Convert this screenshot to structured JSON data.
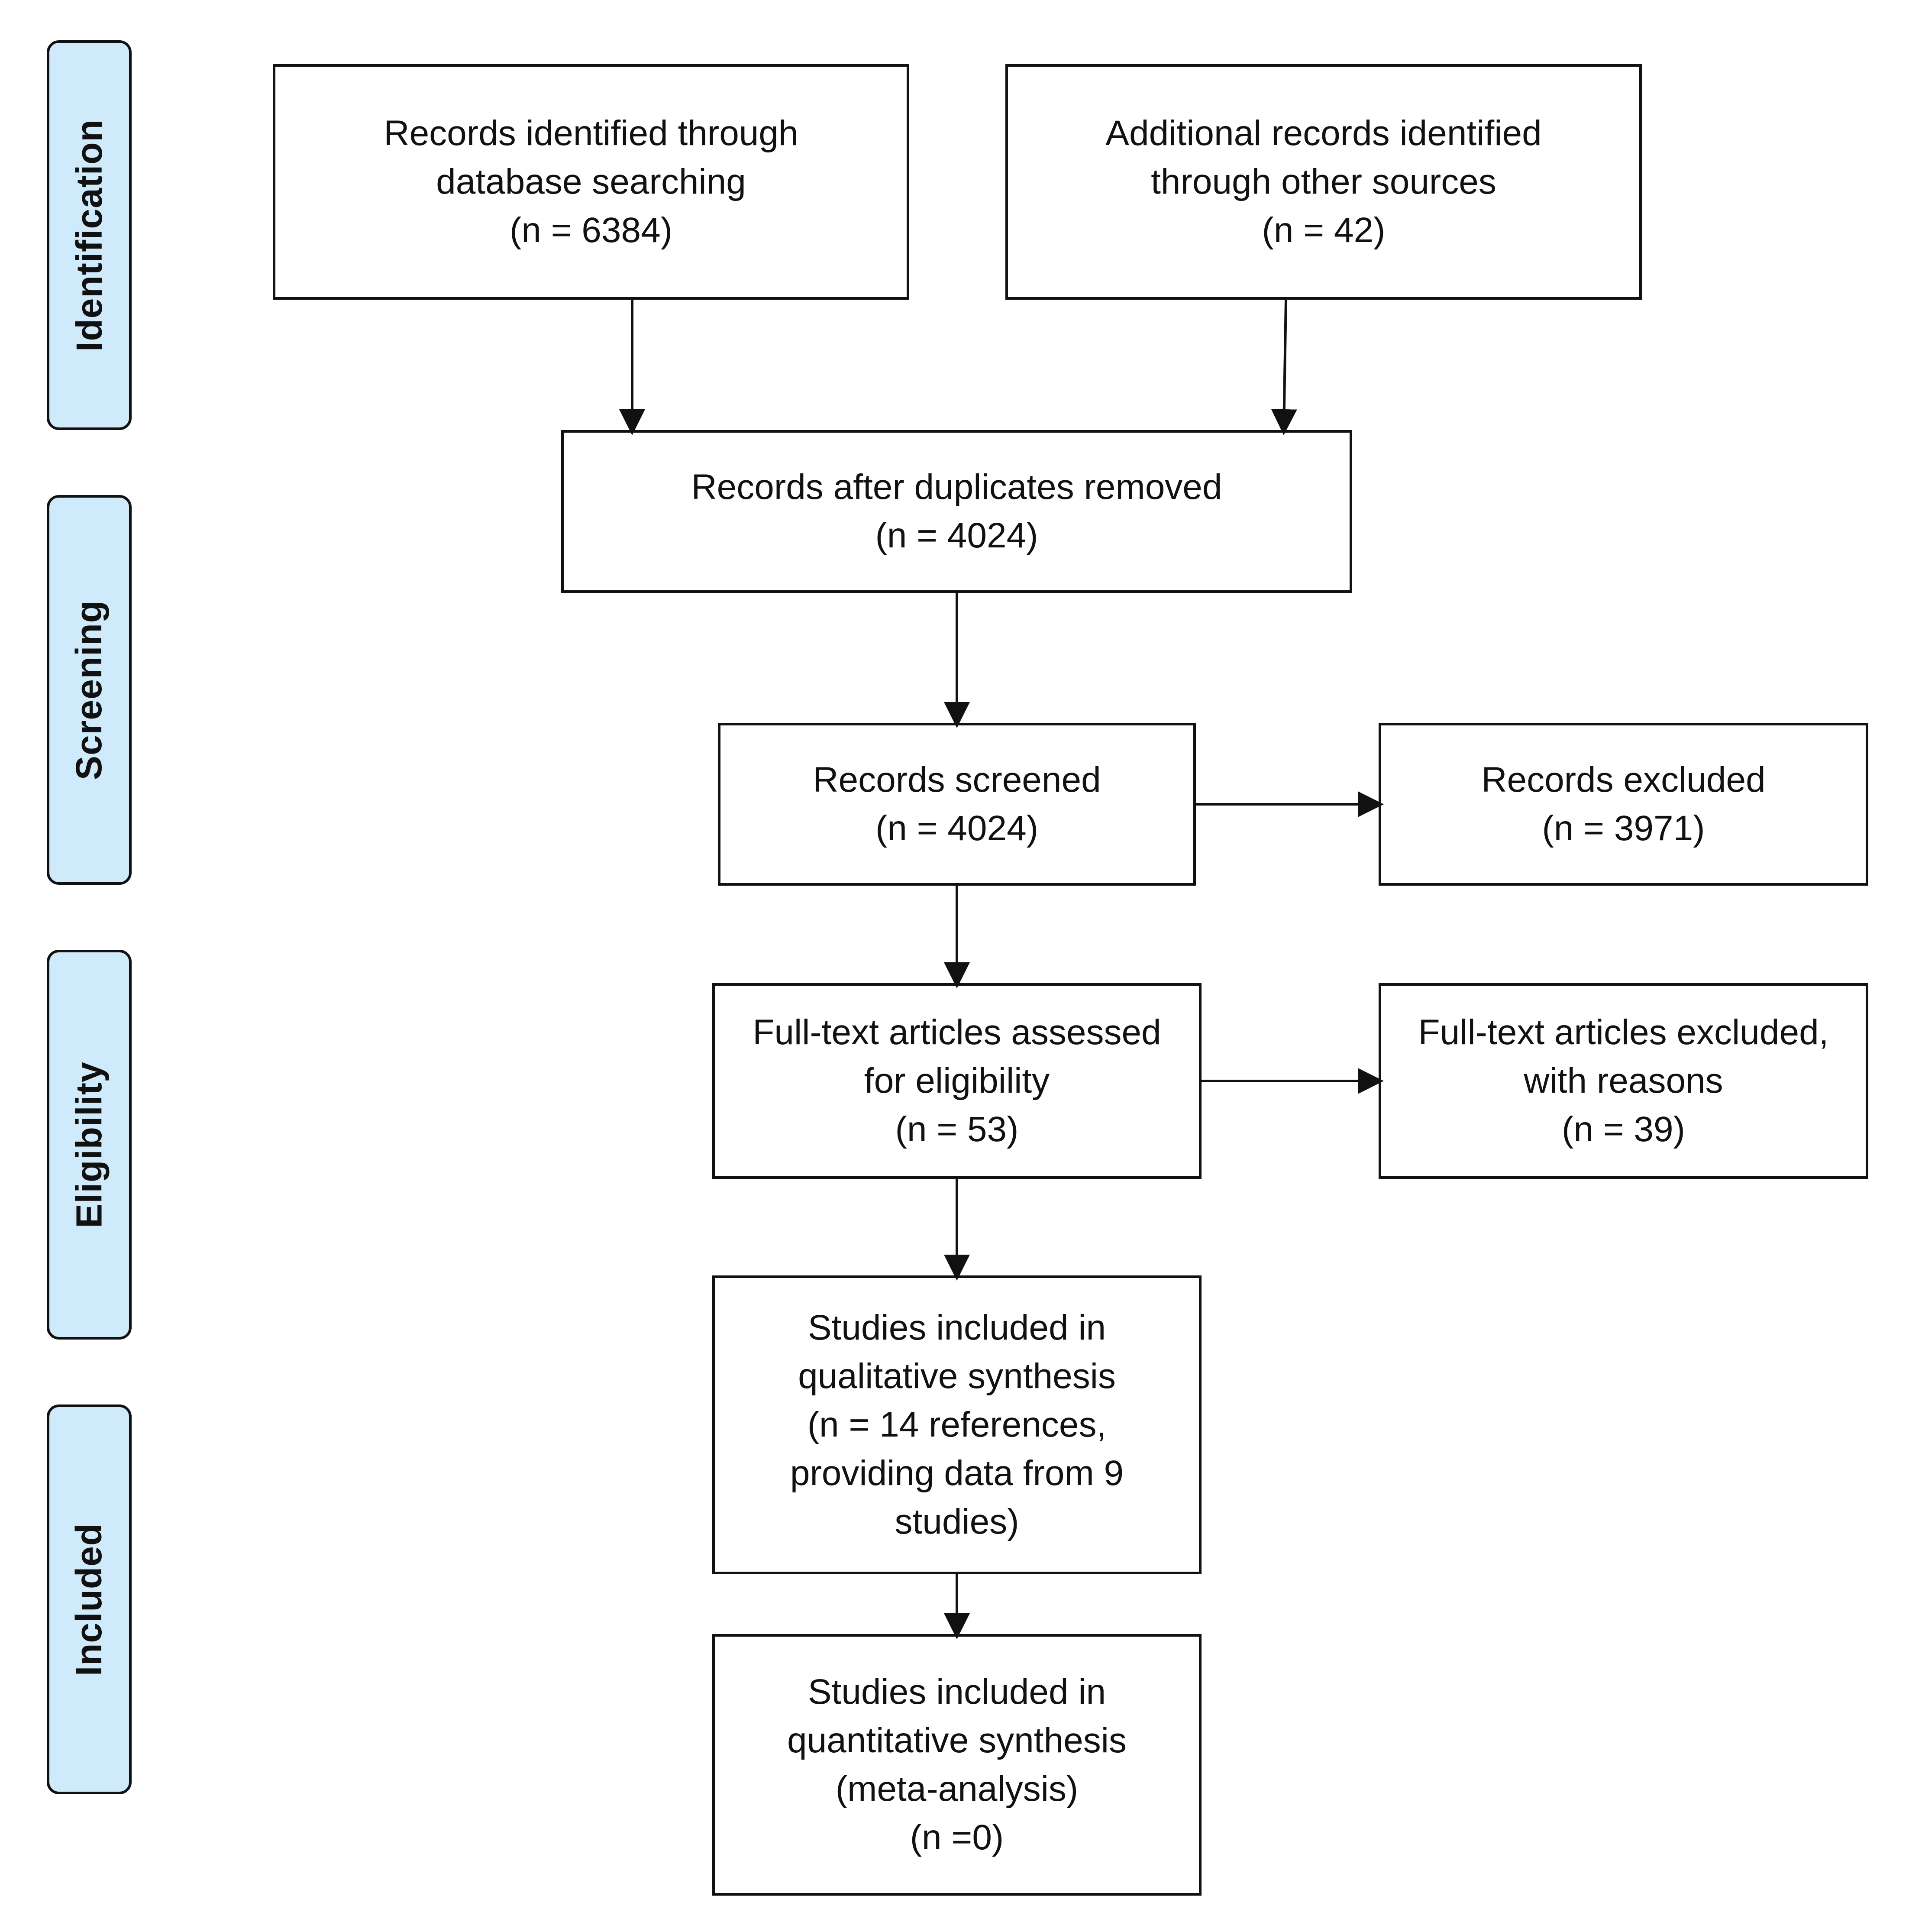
{
  "stages": {
    "identification": "Identification",
    "screening": "Screening",
    "eligibility": "Eligibility",
    "included": "Included"
  },
  "boxes": {
    "database_records": "Records identified through\ndatabase searching\n(n = 6384)",
    "other_records": "Additional records identified\nthrough other sources\n(n = 42)",
    "after_duplicates": "Records after duplicates removed\n(n = 4024)",
    "screened": "Records screened\n(n = 4024)",
    "excluded": "Records excluded\n(n = 3971)",
    "fulltext_assessed": "Full-text articles assessed\nfor eligibility\n(n = 53)",
    "fulltext_excluded": "Full-text articles excluded,\nwith reasons\n(n = 39)",
    "qualitative": "Studies included in\nqualitative synthesis\n(n = 14 references,\nproviding data from 9\nstudies)",
    "quantitative": "Studies included in\nquantitative synthesis\n(meta-analysis)\n(n =0)"
  },
  "colors": {
    "stage_fill": "#cfeafb",
    "stroke": "#111111",
    "box_fill": "#ffffff"
  }
}
